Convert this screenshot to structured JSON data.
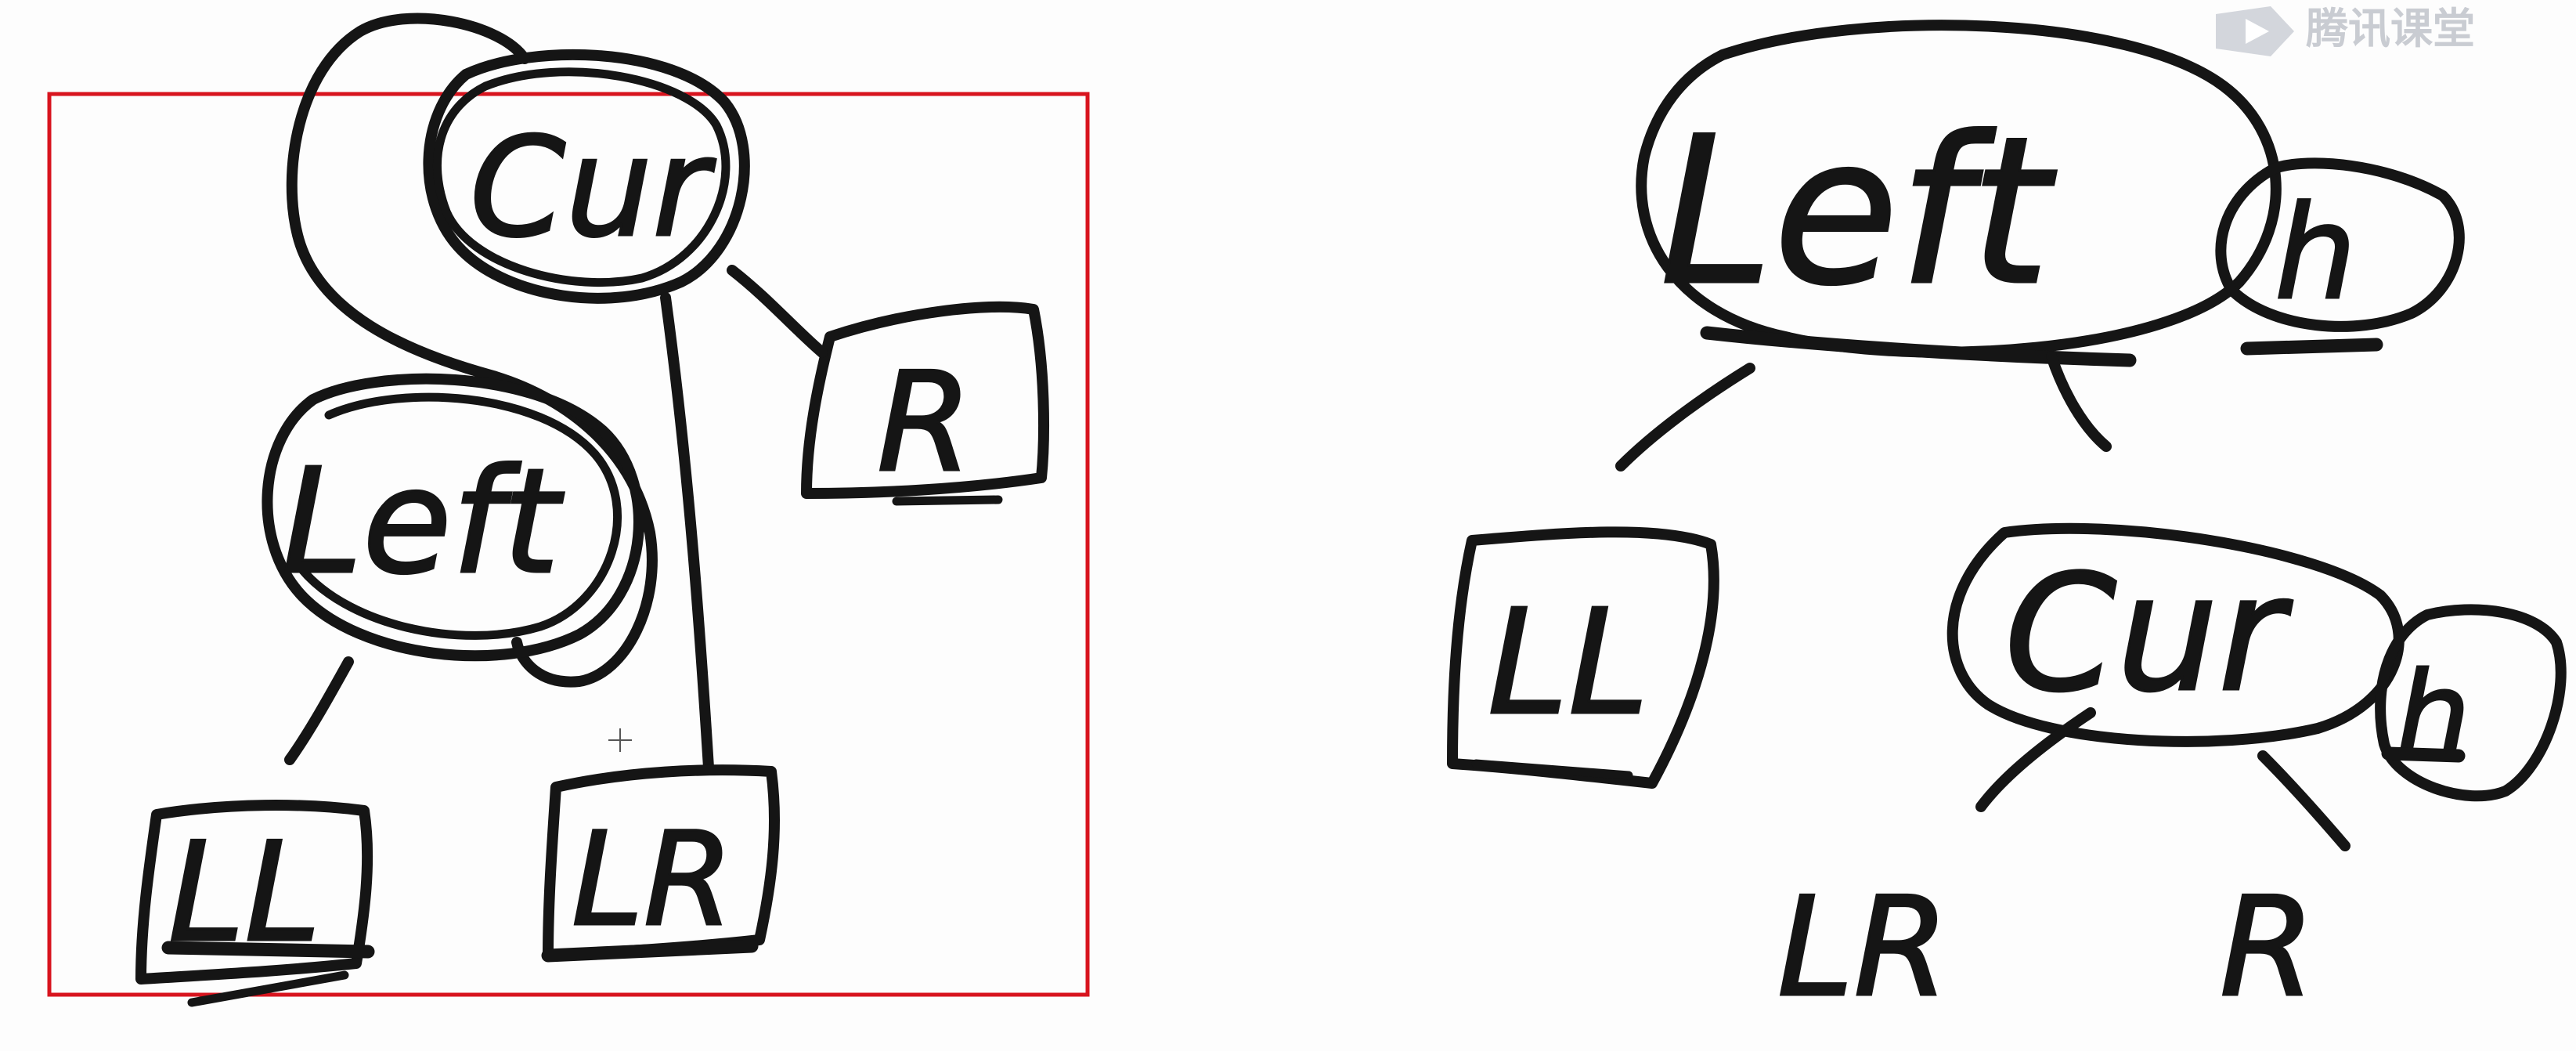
{
  "watermark": {
    "text": "腾讯课堂",
    "icon": "play-logo-icon",
    "color": "#c9ccd2"
  },
  "colors": {
    "ink": "#151515",
    "selection_box": "#d8141e",
    "background": "#fdfdfd"
  },
  "left_diagram": {
    "cur": "Cur",
    "left": "Left",
    "r": "R",
    "ll": "LL",
    "lr": "LR"
  },
  "right_diagram": {
    "left": "Left",
    "left_height": "h",
    "ll": "LL",
    "cur": "Cur",
    "cur_height": "h",
    "lr": "LR",
    "r": "R"
  }
}
